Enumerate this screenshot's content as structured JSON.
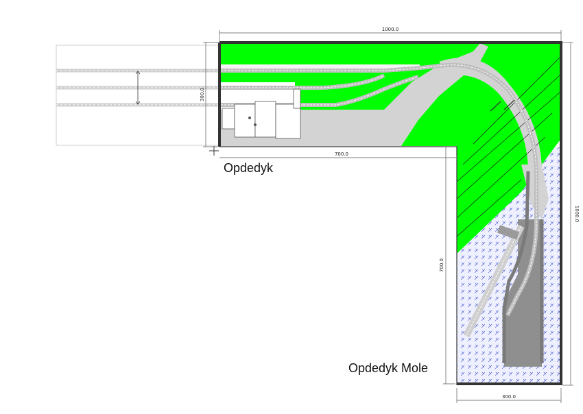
{
  "labels": {
    "opdedyk": "Opdedyk",
    "opdedyk_mole": "Opdedyk Mole"
  },
  "dimensions": {
    "top_width": "1000.0",
    "left_height": "300.0",
    "inner_width": "700.0",
    "right_height": "1000.0",
    "inner_height": "700.0",
    "bottom_width": "300.0"
  },
  "colors": {
    "grass": "#00ff00",
    "road": "#d3d3d3",
    "water_bg": "#eef0ff",
    "water_mark": "#5566cc",
    "frame": "#333333",
    "track": "#bfbfbf",
    "dark_track": "#7a7a7a"
  }
}
